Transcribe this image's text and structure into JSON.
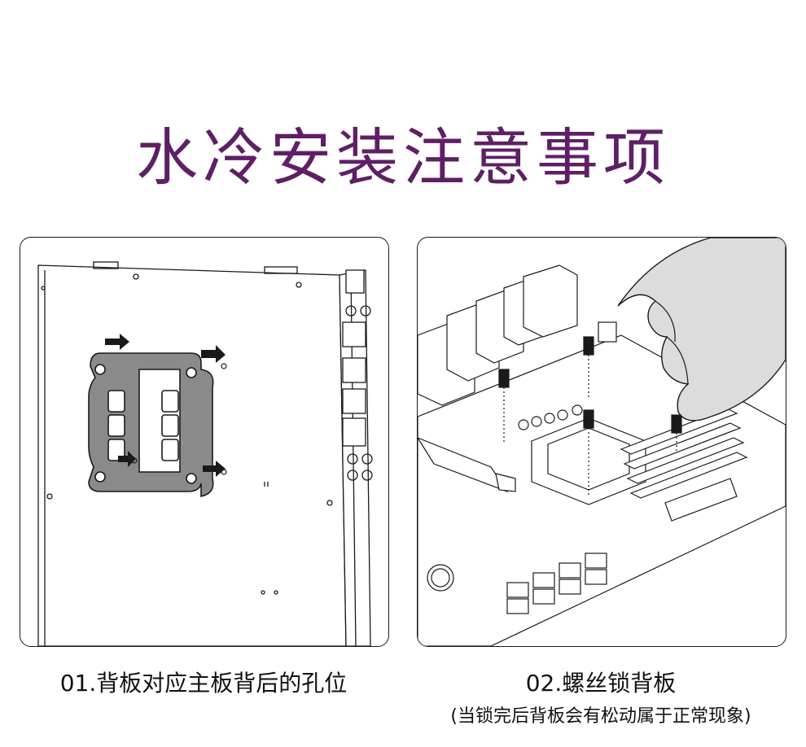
{
  "title": "水冷安装注意事项",
  "colors": {
    "title": "#5f1f66",
    "border": "#1a1a1a",
    "backplate_fill": "#8a8a8a"
  },
  "steps": [
    {
      "caption": "01.背板对应主板背后的孔位",
      "illustration": "backplate-on-motherboard-rear"
    },
    {
      "caption": "02.螺丝锁背板",
      "note": "(当锁完后背板会有松动属于正常现象)",
      "illustration": "hand-screwing-standoffs"
    }
  ],
  "icons": [
    "arrow-icon",
    "hand-icon",
    "screw-icon"
  ]
}
